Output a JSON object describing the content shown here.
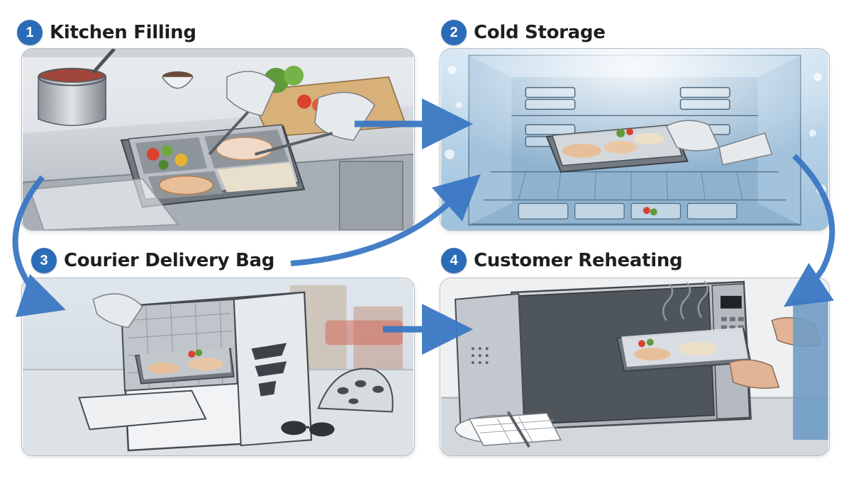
{
  "accent_color": "#2b6cb8",
  "arrow_color": "#3b78c4",
  "steps": [
    {
      "number": "1",
      "title": "Kitchen Filling",
      "illustration": "kitchen-scene"
    },
    {
      "number": "2",
      "title": "Cold Storage",
      "illustration": "refrigerator-scene"
    },
    {
      "number": "3",
      "title": "Courier Delivery Bag",
      "illustration": "insulated-bag-scene"
    },
    {
      "number": "4",
      "title": "Customer Reheating",
      "illustration": "microwave-scene"
    }
  ]
}
